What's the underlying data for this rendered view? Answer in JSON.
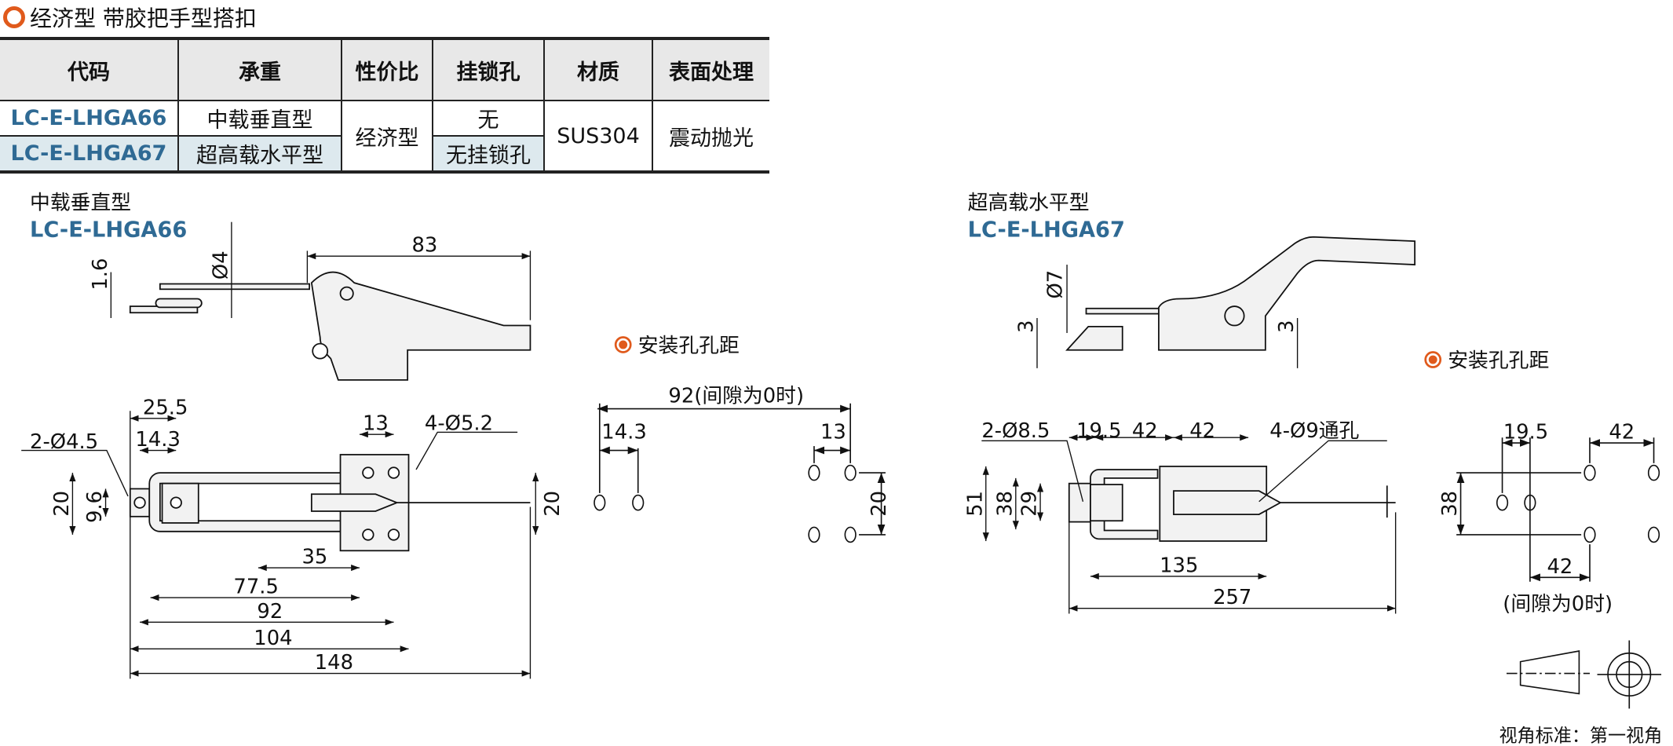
{
  "title": "经济型 带胶把手型搭扣",
  "table": {
    "headers": [
      "代码",
      "承重",
      "性价比",
      "挂锁孔",
      "材质",
      "表面处理"
    ],
    "rows": [
      {
        "code": "LC-E-LHGA66",
        "load": "中载垂直型",
        "lock": "无"
      },
      {
        "code": "LC-E-LHGA67",
        "load": "超高载水平型",
        "lock": "无挂锁孔"
      }
    ],
    "value": "经济型",
    "material": "SUS304",
    "surface": "震动抛光"
  },
  "left": {
    "type": "中载垂直型",
    "model": "LC-E-LHGA66",
    "dims": {
      "d83": "83",
      "phi4": "Ø4",
      "t16": "1.6",
      "d255": "25.5",
      "d143": "14.3",
      "hole2": "2-Ø4.5",
      "d13": "13",
      "hole4": "4-Ø5.2",
      "d20a": "20",
      "d96": "9.6",
      "d20b": "20",
      "d35": "35",
      "d775": "77.5",
      "d92": "92",
      "d104": "104",
      "d148": "148"
    },
    "mount": {
      "label": "安装孔孔距",
      "d92": "92(间隙为0时)",
      "d143": "14.3",
      "d13": "13",
      "d20": "20"
    }
  },
  "right": {
    "type": "超高载水平型",
    "model": "LC-E-LHGA67",
    "dims": {
      "phi7": "Ø7",
      "t3a": "3",
      "t3b": "3",
      "hole2": "2-Ø8.5",
      "d195": "19.5",
      "d42a": "42",
      "d42b": "42",
      "hole4": "4-Ø9通孔",
      "d51": "51",
      "d38": "38",
      "d29": "29",
      "d135": "135",
      "d257": "257"
    },
    "mount": {
      "label": "安装孔孔距",
      "d195": "19.5",
      "d42a": "42",
      "d38": "38",
      "d42b": "42",
      "note": "(间隙为0时)"
    }
  },
  "view_standard": "视角标准：第一视角",
  "colors": {
    "accent": "#e05a1c",
    "model": "#2f6a94"
  }
}
